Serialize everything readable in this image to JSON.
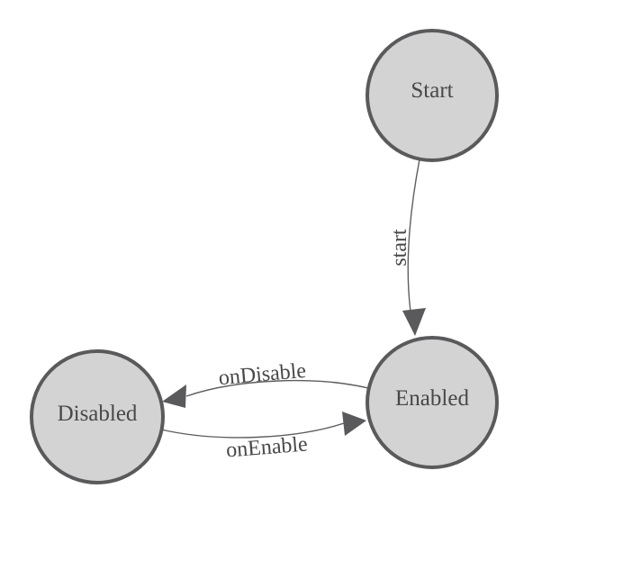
{
  "diagram": {
    "type": "state-machine",
    "background": "#ffffff",
    "colors": {
      "node_fill": "#d3d3d3",
      "node_stroke": "#5a5a5c",
      "edge_color": "#5a5a5c",
      "label_color": "#48484a"
    },
    "nodes": {
      "start": {
        "label": "Start"
      },
      "enabled": {
        "label": "Enabled"
      },
      "disabled": {
        "label": "Disabled"
      }
    },
    "edges": {
      "start_to_enabled": {
        "label": "start",
        "from": "Start",
        "to": "Enabled"
      },
      "enabled_to_disabled": {
        "label": "onDisable",
        "from": "Enabled",
        "to": "Disabled"
      },
      "disabled_to_enabled": {
        "label": "onEnable",
        "from": "Disabled",
        "to": "Enabled"
      }
    }
  }
}
